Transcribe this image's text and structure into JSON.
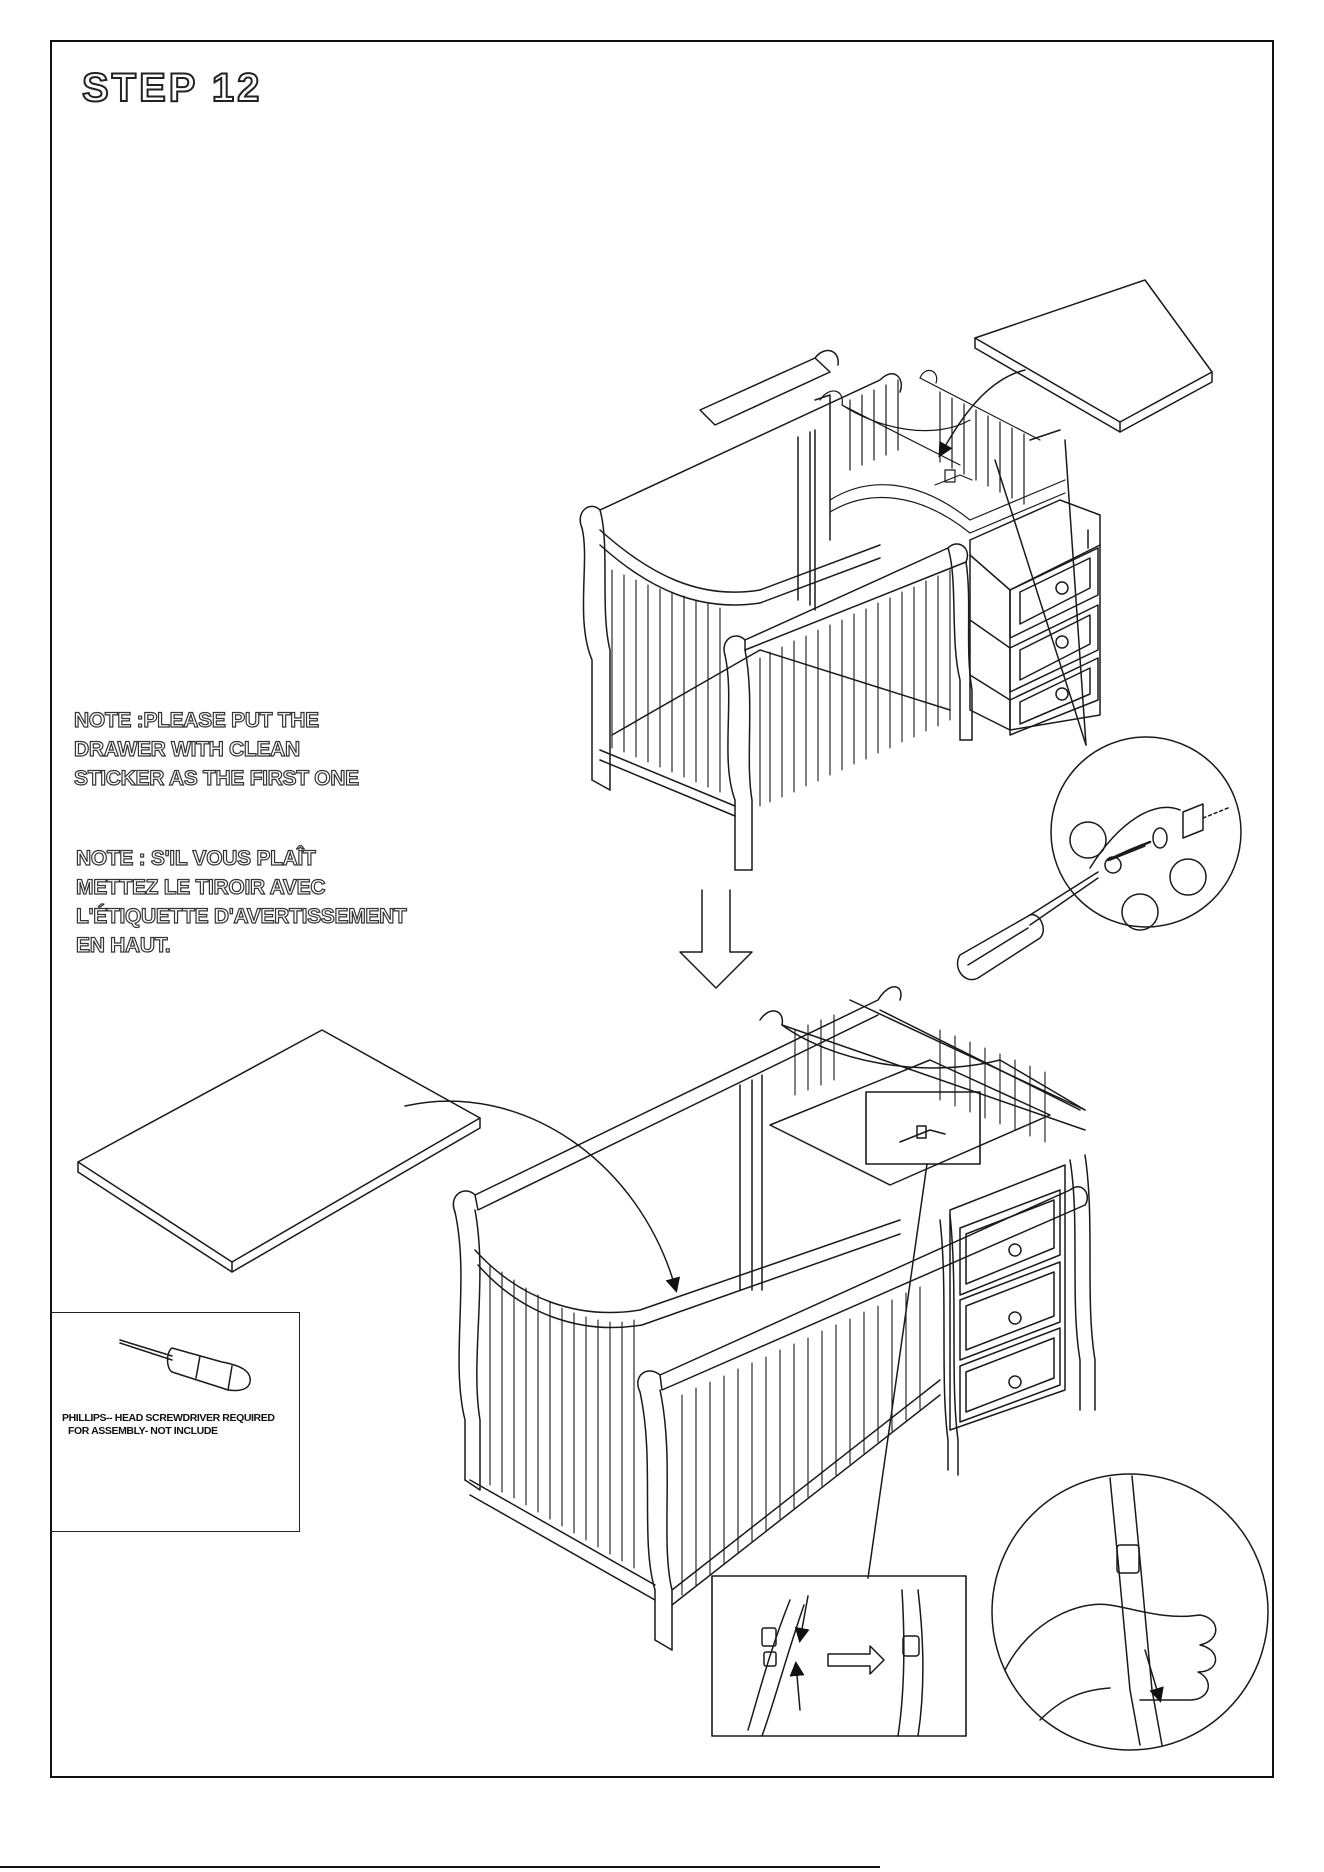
{
  "step": {
    "title": "STEP 12"
  },
  "notes": {
    "english": [
      "NOTE :PLEASE  PUT THE",
      "DRAWER WITH CLEAN",
      "STICKER AS THE FIRST ONE"
    ],
    "french": [
      "NOTE : S'IL VOUS PLAÎT",
      "METTEZ LE TIROIR AVEC",
      "L'ÉTIQUETTE D'AVERTISSEMENT",
      "EN HAUT."
    ]
  },
  "tool": {
    "icon": "phillips-screwdriver-icon",
    "caption_line1": "PHILLIPS-- HEAD SCREWDRIVER REQUIRED",
    "caption_line2": "FOR ASSEMBLY- NOT INCLUDE"
  },
  "illustrations": {
    "top": "crib-with-changing-table-and-drawers",
    "bottom": "crib-with-changing-pad-installed",
    "details": [
      "screw-detail-circle",
      "buckle-detail-box",
      "strap-pull-detail-circle"
    ]
  }
}
